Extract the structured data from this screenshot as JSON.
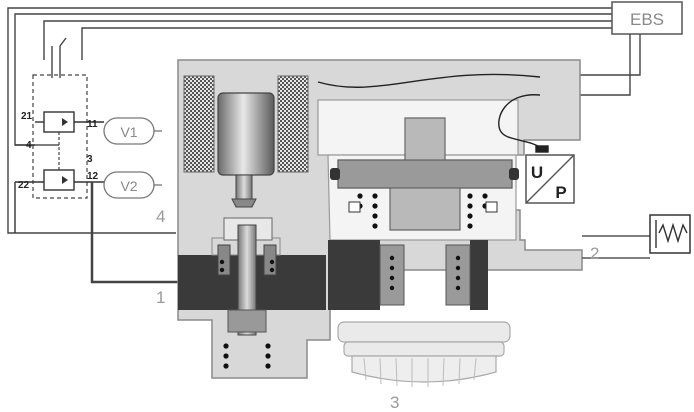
{
  "labels": {
    "ebs": "EBS",
    "v1": "V1",
    "v2": "V2",
    "u": "U",
    "p": "P",
    "port1": "1",
    "port2": "2",
    "port3": "3",
    "port4": "4",
    "valve_11": "11",
    "valve_12": "12",
    "valve_21": "21",
    "valve_22": "22",
    "valve_3": "3",
    "valve_4": "4"
  },
  "colors": {
    "line": "#222222",
    "light_gray": "#cfcfcf",
    "mid_gray": "#a8a8a8",
    "dark_gray": "#3a3a3a",
    "body_gray": "#d8d8d8",
    "label_gray": "#9a9a9a"
  }
}
